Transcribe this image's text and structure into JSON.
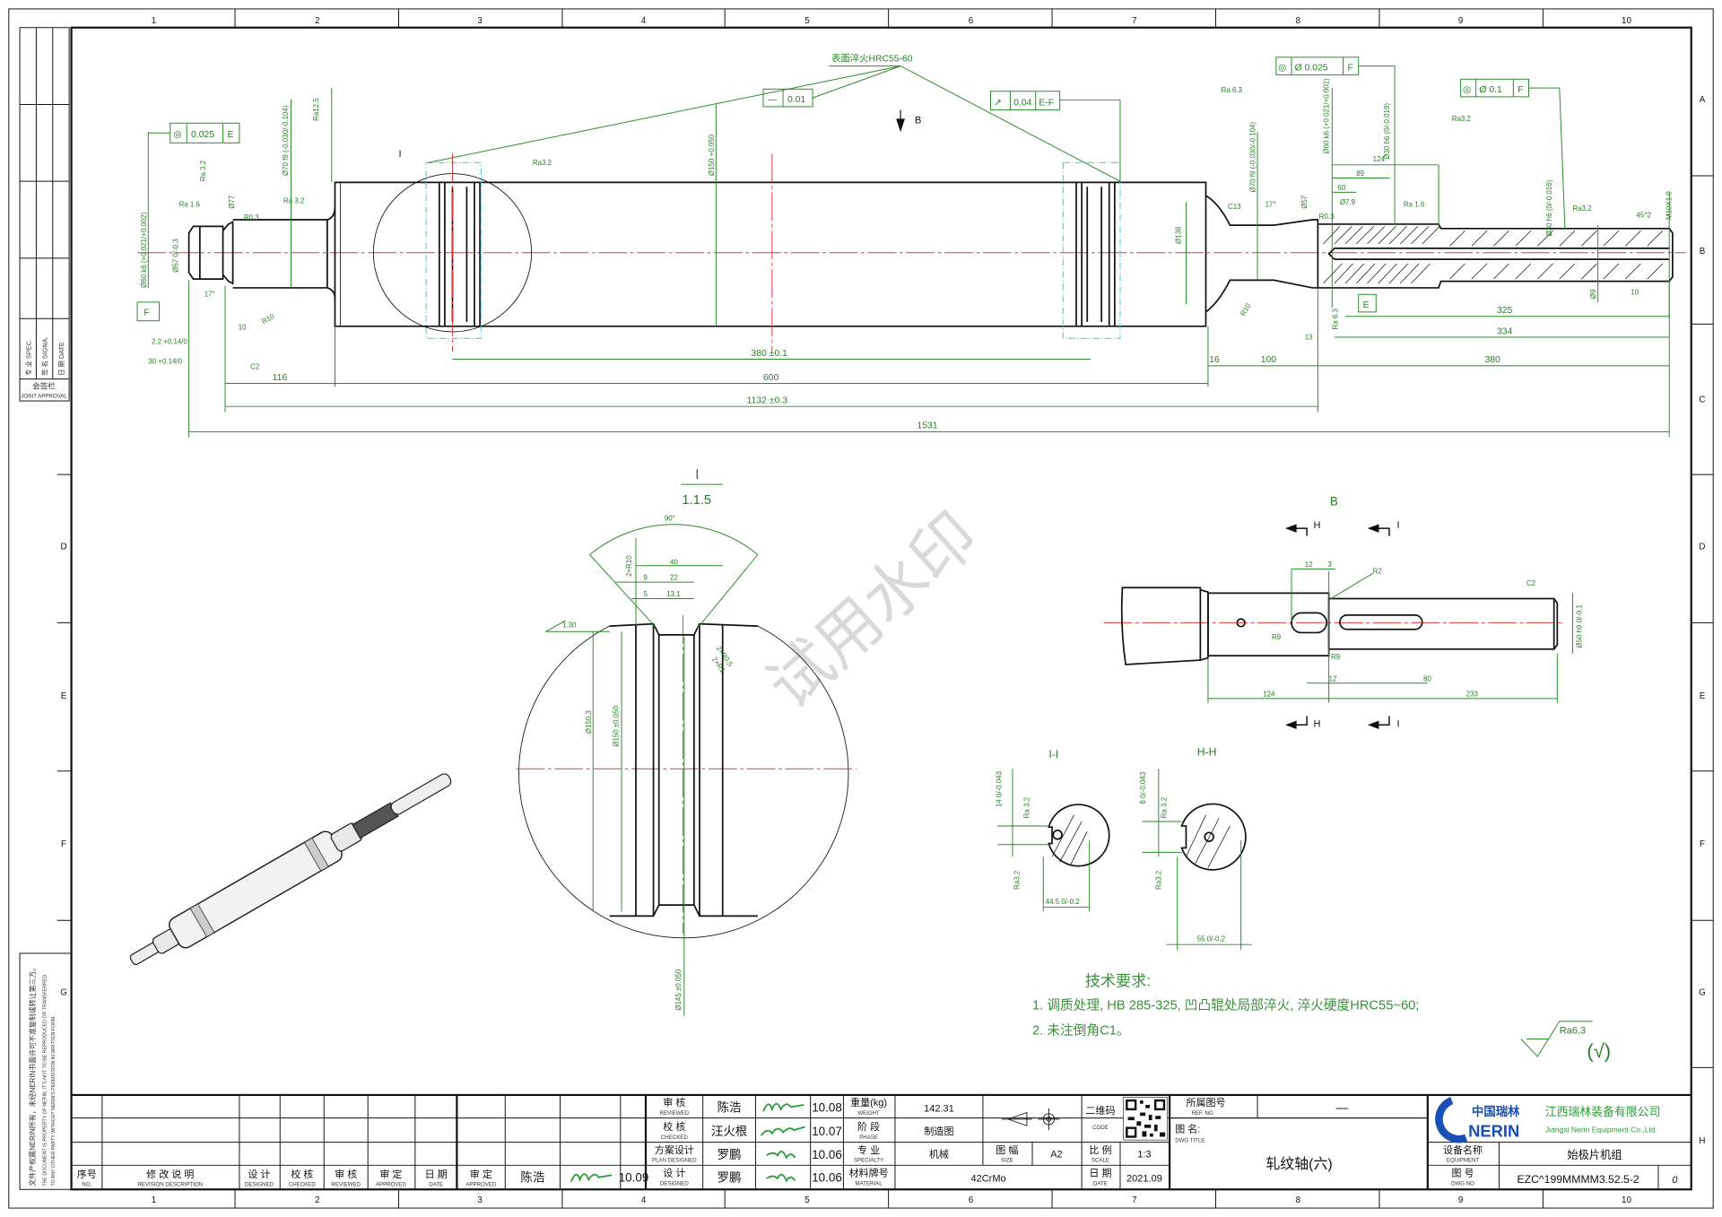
{
  "ruler": {
    "columns": [
      "1",
      "2",
      "3",
      "4",
      "5",
      "6",
      "7",
      "8",
      "9",
      "10"
    ],
    "rows": [
      "A",
      "B",
      "C",
      "D",
      "E",
      "F",
      "G",
      "H"
    ]
  },
  "joint_approval": {
    "specialty": "专 业 SPEC.",
    "signature": "签 名 SIGNA.",
    "date": "日 期 DATE",
    "title_cn": "会签栏",
    "title_en": "JOINT APPROVAL"
  },
  "copyright": {
    "cn": "文件产权属NERIN所有，未经NERIN书面许可不准复制或转让第三方。",
    "en1": "THE DOCUMENT IS PROPERTY OF NERIN, IT'S NOT TO BE REPRODUCED OR TRANSFERRED",
    "en2": "TO ANY OTHER PARTY WITHOUT NERIN'S PERMISSION IN WRITTEN FORM."
  },
  "main_view": {
    "fcf_left": {
      "symbol": "◎",
      "value": "0.025",
      "datum": "E"
    },
    "fcf_right1": {
      "symbol": "◎",
      "value": "Ø 0.025",
      "datum": "F"
    },
    "fcf_right2": {
      "symbol": "◎",
      "value": "Ø 0.1",
      "datum": "F"
    },
    "fcf_straight": {
      "symbol": "—",
      "value": "0.01"
    },
    "fcf_runout": {
      "symbol": "↗",
      "value": "0.04",
      "datum": "E-F"
    },
    "hardening_note": "表面淬火HRC55-60",
    "view_b_label": "B",
    "datum_f": "F",
    "datum_e": "E",
    "detail_label": "I",
    "dims": [
      "Ø60 k6 (+0.021/+0.002)",
      "Ø57 0/-0.3",
      "17°",
      "Ø77",
      "Ø70 f9 (-0.030/-0.104)",
      "Ra12.5",
      "Ra 3.2",
      "Ra 1.6",
      "R0.3",
      "C2",
      "Ra 3.2",
      "R10",
      "10",
      "2.2 +0.14/0",
      "30 +0.14/0",
      "Ra3.2",
      "Ø150 +0.050",
      "380 ±0.1",
      "116",
      "600",
      "1132 ±0.3",
      "1531",
      "Ø138",
      "C13",
      "R10",
      "Ra 6.3",
      "Ø70 f9 (-0.030/-0.104)",
      "17°",
      "Ø57",
      "R0.3",
      "Ø7.9",
      "60",
      "89",
      "124",
      "Ø60 k6 (+0.021/+0.002)",
      "Ø30 h6 (0/-0.019)",
      "Ra3.2",
      "Ra 1.6",
      "Ø30 h6 (0/-0.016)",
      "Ra3.2",
      "45°2",
      "M10X1.0",
      "Ø9",
      "10",
      "325",
      "334",
      "380",
      "16",
      "100",
      "13",
      "Ra 6.3"
    ]
  },
  "detail_view": {
    "label": "I",
    "scale": "1.1.5",
    "dims": [
      "90°",
      "2×R10",
      "40",
      "9",
      "22",
      "5",
      "13.1",
      "1.30",
      "Ø150.3",
      "Ø150 ±0.050",
      "2×R0.5",
      "2×R1",
      "Ø145 ±0.050"
    ]
  },
  "view_b": {
    "label": "B",
    "section_h": "H",
    "section_i": "I",
    "dims": [
      "12",
      "3",
      "R2",
      "C2",
      "Ø50 h9 0/-0.1",
      "R9",
      "R9",
      "12",
      "80",
      "124",
      "233"
    ]
  },
  "sections": {
    "ii_label": "I-I",
    "hh_label": "H-H",
    "ii_dims": [
      "14 0/-0.043",
      "Ra 3.2",
      "Ra3.2",
      "44.5 0/-0.2"
    ],
    "hh_dims": [
      "8 0/-0.043",
      "Ra 3.2",
      "Ra3.2",
      "55 0/-0.2"
    ]
  },
  "watermark": "试用水印",
  "tech_requirements": {
    "title": "技术要求:",
    "items": [
      "1.  调质处理, HB 285-325, 凹凸辊处局部淬火, 淬火硬度HRC55~60;",
      "2.  未注倒角C1。"
    ],
    "roughness": "Ra6.3",
    "roughness_other": "(√)"
  },
  "title_block": {
    "revision_headers": [
      {
        "cn": "序号",
        "en": "NO."
      },
      {
        "cn": "修 改 说 明",
        "en": "REVISION DESCRIPTION"
      },
      {
        "cn": "设 计",
        "en": "DESIGNED"
      },
      {
        "cn": "校 核",
        "en": "CHECKED"
      },
      {
        "cn": "审 核",
        "en": "REVIEWED"
      },
      {
        "cn": "审 定",
        "en": "APPROVED"
      },
      {
        "cn": "日 期",
        "en": "DATE"
      }
    ],
    "approved": {
      "cn": "审 定",
      "en": "APPROVED",
      "name": "陈浩",
      "date": "10.09"
    },
    "sign_rows": [
      {
        "cn": "审 核",
        "en": "REVIEWED",
        "name": "陈浩",
        "date": "10.08"
      },
      {
        "cn": "校 核",
        "en": "CHECKED",
        "name": "汪火根",
        "date": "10.07"
      },
      {
        "cn": "方案设计",
        "en": "PLAN DESIGNED",
        "name": "罗鹏",
        "date": "10.06"
      },
      {
        "cn": "设 计",
        "en": "DESIGNED",
        "name": "罗鹏",
        "date": "10.06"
      }
    ],
    "weight": {
      "cn": "重量(kg)",
      "en": "WEIGHT",
      "value": "142.31"
    },
    "phase": {
      "cn": "阶 段",
      "en": "PHASE",
      "value": "制造图"
    },
    "specialty": {
      "cn": "专 业",
      "en": "SPECIALTY",
      "value": "机械"
    },
    "size": {
      "cn": "图 幅",
      "en": "SIZE",
      "value": "A2"
    },
    "material": {
      "cn": "材料牌号",
      "en": "MATERIAL",
      "value": "42CrMo"
    },
    "code": {
      "cn": "二维码",
      "en": "CODE"
    },
    "scale": {
      "cn": "比 例",
      "en": "SCALE",
      "value": "1:3"
    },
    "date": {
      "cn": "日 期",
      "en": "DATE",
      "value": "2021.09"
    },
    "ref_no": {
      "cn": "所属图号",
      "en": "REF. NO",
      "value": "—"
    },
    "dwg_title": {
      "cn": "图 名:",
      "en": "DWG TITLE",
      "value": "轧纹轴(六)"
    },
    "company": {
      "logo_cn": "中国瑞林",
      "logo_en": "NERIN",
      "name_cn": "江西瑞林装备有限公司",
      "name_en": "Jiangxi Nerin Equipment Co.,Ltd"
    },
    "equipment": {
      "cn": "设备名称",
      "en": "EQUIPMENT",
      "value": "始极片机组"
    },
    "dwg_no": {
      "cn": "图 号",
      "en": "DWG NO",
      "value": "EZC^199MMMM3.52.5-2",
      "rev": "0"
    },
    "colors": {
      "logo_blue": "#1a4fb4",
      "logo_green": "#2f9a3a",
      "dims": "#2a7d2a"
    }
  }
}
